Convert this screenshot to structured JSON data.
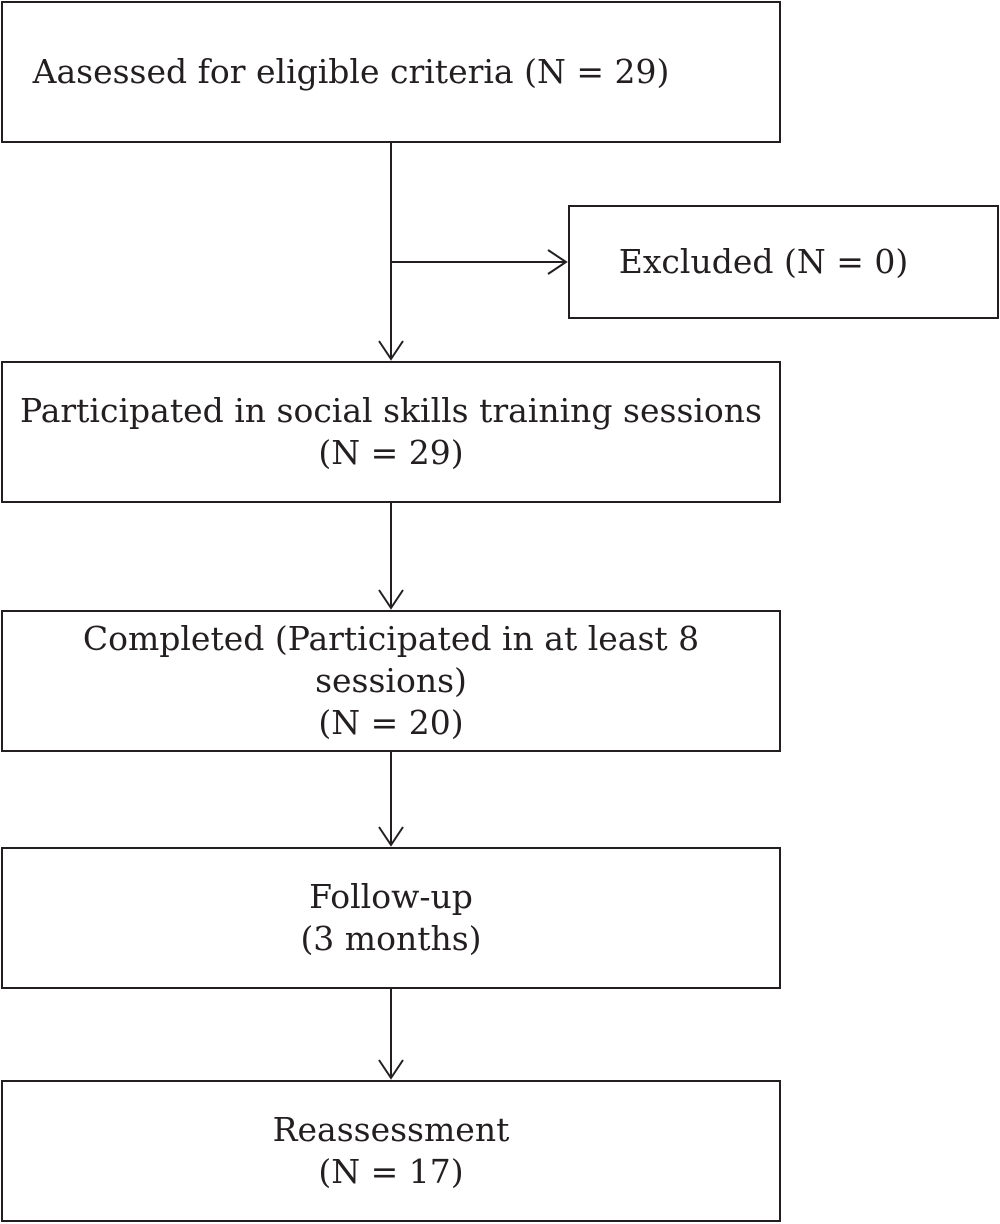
{
  "flowchart": {
    "assessed": {
      "line1": "Aasessed for eligible criteria (N = 29)"
    },
    "excluded": {
      "line1": "Excluded (N = 0)"
    },
    "participated": {
      "line1": "Participated in social skills training sessions",
      "line2": "(N = 29)"
    },
    "completed": {
      "line1": "Completed (Participated in at least 8 sessions)",
      "line2": "(N = 20)"
    },
    "followup": {
      "line1": "Follow-up",
      "line2": "(3 months)"
    },
    "reassessment": {
      "line1": "Reassessment",
      "line2": "(N = 17)"
    }
  }
}
